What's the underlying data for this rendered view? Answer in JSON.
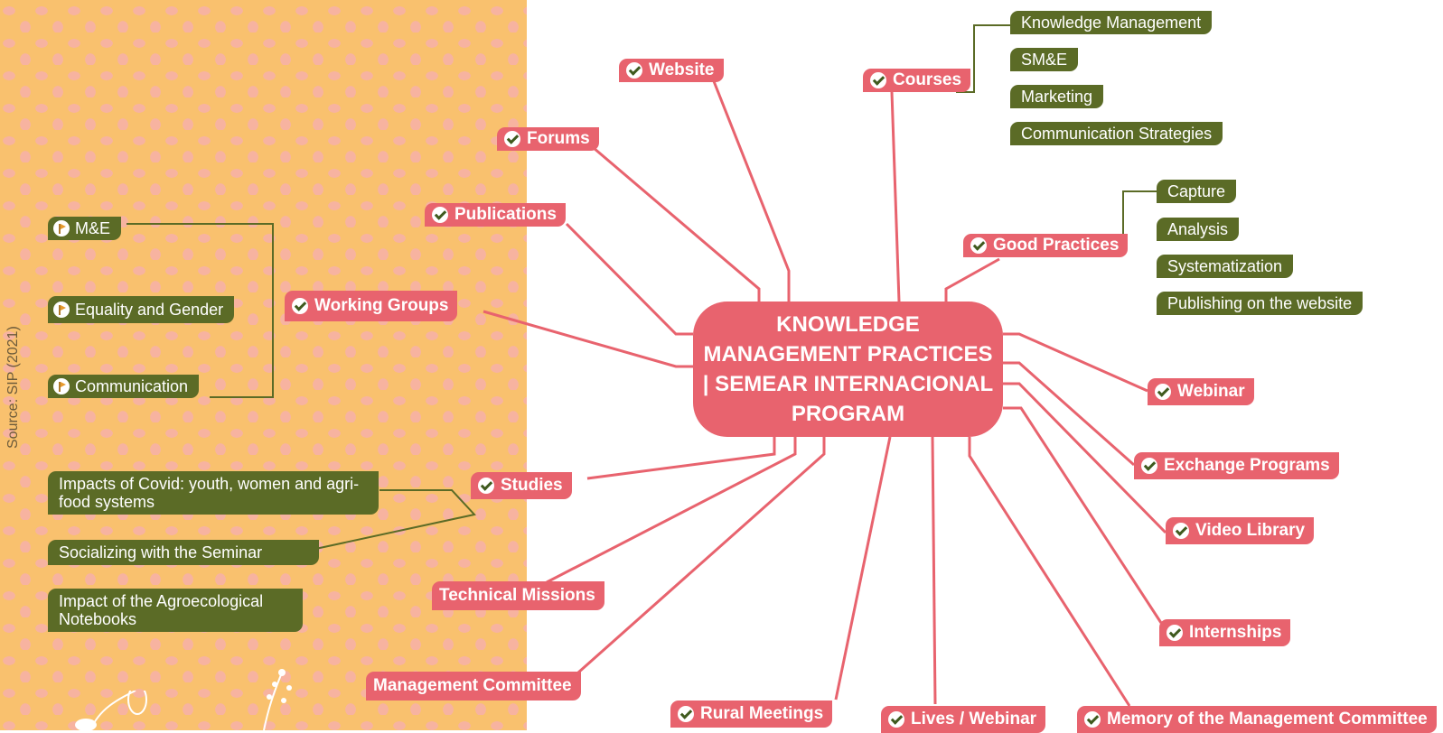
{
  "center": {
    "label": "KNOWLEDGE MANAGEMENT PRACTICES | SEMEAR INTERNACIONAL PROGRAM"
  },
  "source": "Source: SIP (2021)",
  "colors": {
    "accent": "#e8636e",
    "leaf": "#5b6b26",
    "panel": "#f9c16e",
    "dots": "#f7b3a0"
  },
  "nodes": {
    "website": "Website",
    "courses": "Courses",
    "forums": "Forums",
    "publications": "Publications",
    "working_groups": "Working Groups",
    "good_practices": "Good Practices",
    "webinar": "Webinar",
    "exchange_programs": "Exchange Programs",
    "video_library": "Video Library",
    "internships": "Internships",
    "studies": "Studies",
    "technical_missions": "Technical Missions",
    "management_committee": "Management Committee",
    "rural_meetings": "Rural Meetings",
    "lives_webinar": "Lives / Webinar",
    "memory_committee": "Memory of the Management Committee"
  },
  "courses_children": [
    "Knowledge Management",
    "SM&E",
    "Marketing",
    "Communication Strategies"
  ],
  "good_practices_children": [
    "Capture",
    "Analysis",
    "Systematization",
    "Publishing on the website"
  ],
  "working_groups_children": [
    "M&E",
    "Equality and Gender",
    "Communication"
  ],
  "studies_children": [
    "Impacts of Covid: youth, women and agri-food systems",
    "Socializing with the Seminar",
    "Impact of the Agroecological Notebooks"
  ],
  "icons": {
    "pink_node": "check-circle-icon",
    "working_group_child": "flag-icon"
  }
}
